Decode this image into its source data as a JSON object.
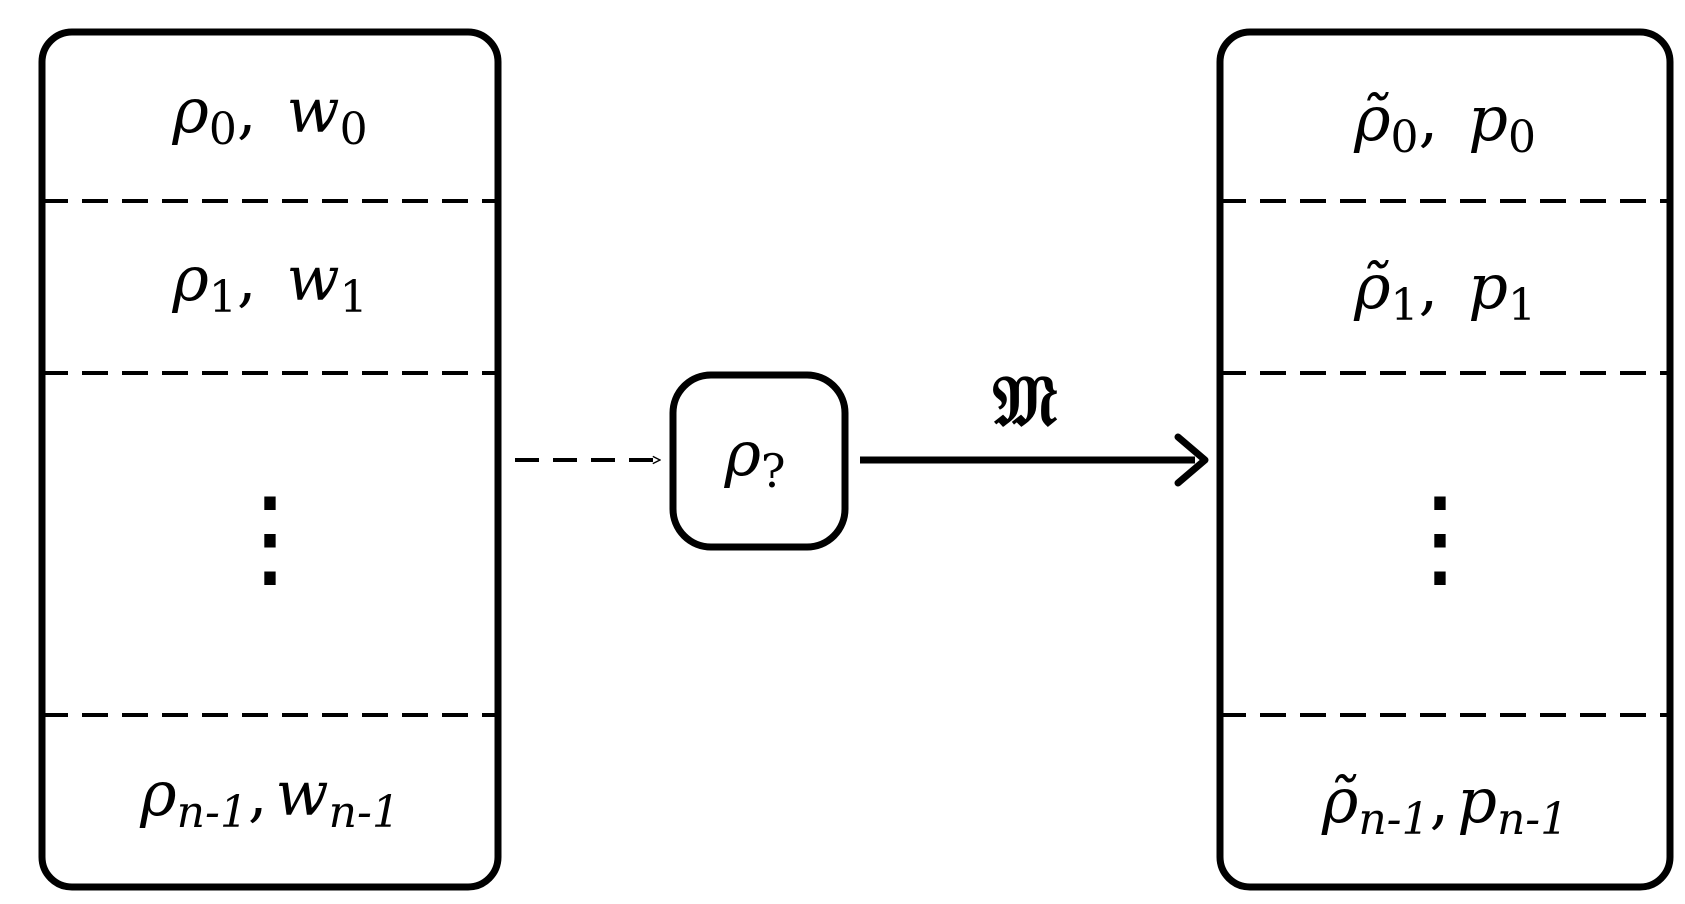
{
  "left_box": {
    "rows": [
      {
        "symbol": "ρ",
        "symbol_sub": "0",
        "weight": "w",
        "weight_sub": "0",
        "separator": ","
      },
      {
        "symbol": "ρ",
        "symbol_sub": "1",
        "weight": "w",
        "weight_sub": "1",
        "separator": ","
      },
      {
        "symbol": "ρ",
        "symbol_sub": "n-1",
        "weight": "w",
        "weight_sub": "n-1",
        "separator": ","
      }
    ],
    "ellipsis": "⋮"
  },
  "middle_node": {
    "symbol": "ρ",
    "symbol_sub": "?"
  },
  "map_label": "𝔐",
  "right_box": {
    "rows": [
      {
        "symbol": "ρ̃",
        "symbol_sub": "0",
        "weight": "p",
        "weight_sub": "0",
        "separator": ","
      },
      {
        "symbol": "ρ̃",
        "symbol_sub": "1",
        "weight": "p",
        "weight_sub": "1",
        "separator": ","
      },
      {
        "symbol": "ρ̃",
        "symbol_sub": "n-1",
        "weight": "p",
        "weight_sub": "n-1",
        "separator": ","
      }
    ],
    "ellipsis": "⋮"
  },
  "colors": {
    "stroke": "#000000",
    "background": "#ffffff"
  }
}
